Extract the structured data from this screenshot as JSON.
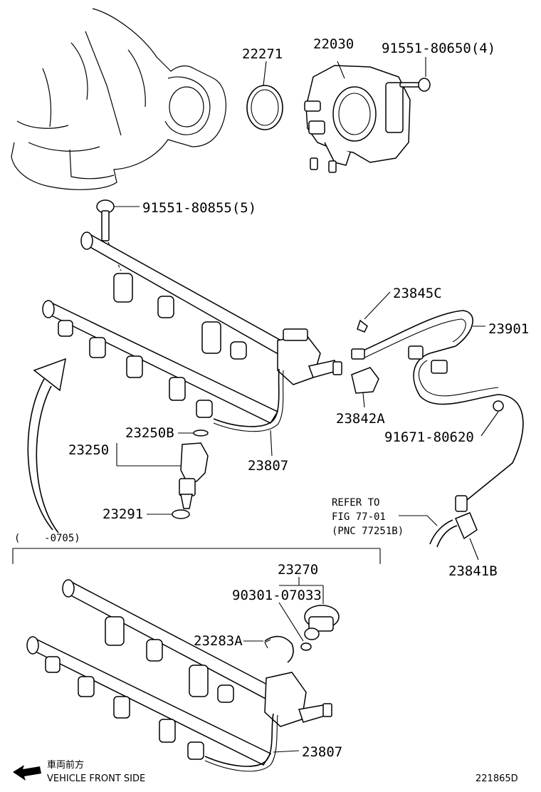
{
  "parts": {
    "p22271": "22271",
    "p22030": "22030",
    "p91551_80650": "91551-80650(4)",
    "p91551_80855": "91551-80855(5)",
    "p23845C": "23845C",
    "p23901": "23901",
    "p23842A": "23842A",
    "p91671_80620": "91671-80620",
    "p23250B": "23250B",
    "p23250": "23250",
    "p23807_top": "23807",
    "p23291": "23291",
    "p23841B": "23841B",
    "p23270": "23270",
    "p90301_07033": "90301-07033",
    "p23283A": "23283A",
    "p23807_bottom": "23807"
  },
  "refer": {
    "line1": "REFER TO",
    "line2": "FIG 77-01",
    "line3": "(PNC 77251B)"
  },
  "date_range": "(    -0705)",
  "front": {
    "jp": "車両前方",
    "en": "VEHICLE FRONT SIDE"
  },
  "diagram_id": "221865D"
}
